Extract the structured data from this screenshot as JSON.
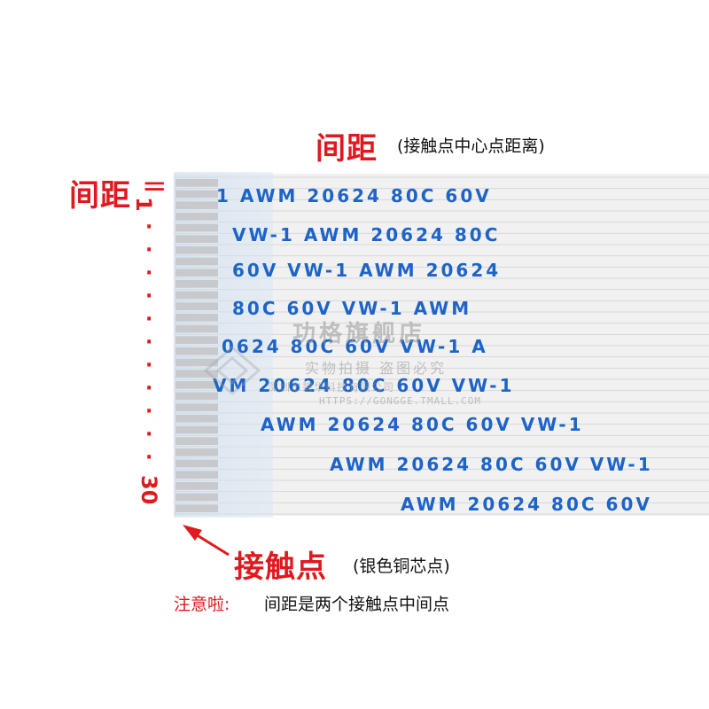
{
  "header": {
    "pitch_label": "间距",
    "pitch_note": "(接触点中心点距离)"
  },
  "left_marker": {
    "pitch_label": "间距",
    "equals_sign": "=",
    "pin_first": "1",
    "pin_last": "30"
  },
  "bottom": {
    "contact_label": "接触点",
    "contact_note": "(银色铜芯点)",
    "notice_label": "注意啦:",
    "notice_text": "间距是两个接触点中间点"
  },
  "cable_print": {
    "row_texts": [
      "1    AWM  20624  80C  60V",
      "VW-1    AWM  20624  80C",
      "60V  VW-1    AWM  20624",
      "80C  60V  VW-1    AWM",
      "0624  80C  60V  VW-1    A",
      "VM  20624  80C  60V  VW-1",
      "AWM  20624  80C  60V  VW-1",
      "AWM  20624  80C  60V  VW-1",
      "AWM  20624  80C  60V"
    ]
  },
  "watermark": {
    "shop_name": "功格旗舰店",
    "tagline": "实物拍摄  盗图必究",
    "company": "深圳市碧华科技有限公司",
    "url": "HTTPS://GONGGE.TMALL.COM"
  },
  "colors": {
    "accent_red": "#e0191e",
    "print_blue": "#1e64c8",
    "cable_base": "#f1f1f1",
    "conductor_silver": "#c8c9cc",
    "stiffener_blue": "#c8d9ec"
  }
}
